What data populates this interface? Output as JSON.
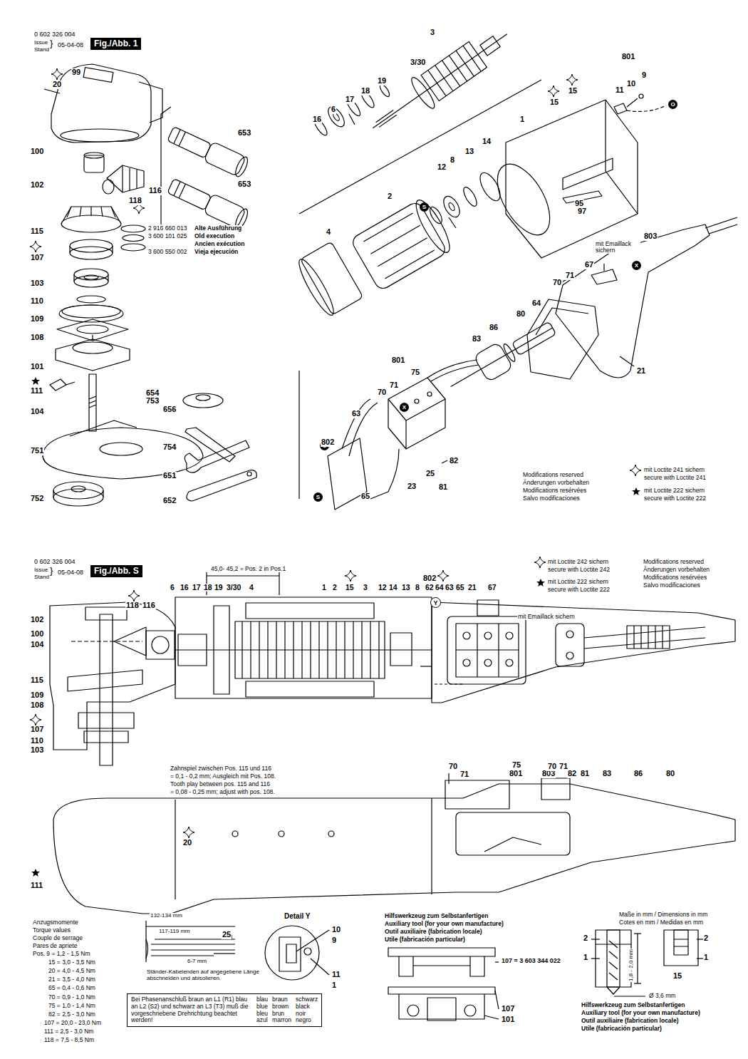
{
  "diagram": {
    "nodes": [
      {
        "text": [
          "Fig./Abb. 1"
        ]
      },
      {
        "text": [
          "O"
        ]
      },
      {
        "text": [
          "S"
        ]
      },
      {
        "text": [
          "X"
        ]
      },
      {
        "text": [
          "X"
        ]
      },
      {
        "text": [
          "O"
        ]
      },
      {
        "text": [
          "S"
        ]
      },
      {
        "text": [
          "Fig./Abb. S"
        ]
      },
      {
        "text": [
          "Y"
        ]
      },
      {
        "text": [
          "Bei Phasenanschluß braun an L1 (R1) blau an L2 (S2) und schwarz an L3 (T3) muß die vorgeschriebene Drehrichtung beachtet werden!",
          "blau",
          "braun",
          "schwarz",
          "blue",
          "brown",
          "black",
          "bleu",
          "brun",
          "noir",
          "azul",
          "marron",
          "negro"
        ]
      }
    ],
    "labels": [
      "0 602 326 004",
      "Issue",
      "Stand",
      "}",
      "05-04-08",
      "3",
      "3/30",
      "19",
      "18",
      "17",
      "6",
      "16",
      "801",
      "9",
      "10",
      "11",
      "15",
      "15",
      "1",
      "14",
      "13",
      "8",
      "12",
      "2",
      "4",
      "99",
      "20",
      "100",
      "102",
      "116",
      "118",
      "653",
      "653",
      "115",
      "107",
      "103",
      "110",
      "109",
      "108",
      "101",
      "111",
      "104",
      "654",
      "753",
      "751",
      "752",
      "656",
      "754",
      "651",
      "652",
      "2 916 660 013",
      "Alte Ausführung",
      "3 600 101 025",
      "Old execution",
      "Ancien exécution",
      "3 600 550 002",
      "Vieja ejecución",
      "95",
      "97",
      "803",
      "mit Emaillack sichern",
      "67",
      "71",
      "70",
      "64",
      "80",
      "86",
      "83",
      "21",
      "801",
      "75",
      "71",
      "70",
      "63",
      "802",
      "82",
      "25",
      "81",
      "23",
      "65",
      "Modifications reserved",
      "Änderungen vorbehalten",
      "Modifications resérvées",
      "Salvo modificaciones",
      "mit Loctite 241 sichern",
      "secure with Loctite 241",
      "mit Loctite 222 sichern",
      "secure with Loctite 222",
      "0 602 326 004",
      "Issue",
      "Stand",
      "}",
      "05-04-08",
      "45,0- 45,2 = Pos. 2 in Pos.1",
      "6",
      "16",
      "17",
      "18",
      "19",
      "3/30",
      "4",
      "1",
      "2",
      "15",
      "3",
      "12",
      "14",
      "13",
      "8",
      "62",
      "64",
      "63",
      "65",
      "21",
      "67",
      "802",
      "118",
      "116",
      "102",
      "100",
      "104",
      "115",
      "109",
      "108",
      "107",
      "110",
      "103",
      "mit Emaillack sichern",
      "mit Loctite 242 sichern",
      "secure with Loctite 242",
      "mit Loctite 222 sichern",
      "secure with Loctite 222",
      "Modifications reserved",
      "Änderungen vorbehalten",
      "Modifications resérvées",
      "Salvo modificaciones",
      "75",
      "801",
      "803",
      "82",
      "81",
      "83",
      "86",
      "80",
      "Zahnspiel zwischen Pos. 115 und 116",
      "= 0,1 - 0,2 mm; Ausgleich mit Pos. 108.",
      "Tooth play between pos. 115 and 116",
      "= 0,08 - 0,25 mm; adjust with pos. 108.",
      "70",
      "71",
      "70",
      "71",
      "20",
      "111",
      "Anzugsmomente",
      "Torque values",
      "Couple de serrage",
      "Pares de apriete",
      "Pos. 9 = 1,2 - 1,5 Nm",
      "15 = 3,0 - 3,5 Nm",
      "20 = 4,0 - 4,5 Nm",
      "21 = 3,5 - 4,0 Nm",
      "65 = 0,4 - 0,6 Nm",
      "70 = 0,9 - 1,0 Nm",
      "75 = 1,0 - 1,4 Nm",
      "82 = 2,5 - 3,0 Nm",
      "107 = 20,0 - 23,0 Nm",
      "111 = 2,5 - 3,0 Nm",
      "118 = 7,5 - 8,5 Nm",
      "132-134 mm",
      "117-119 mm",
      "25",
      "6-7 mm",
      "Ständer-Kabelenden auf angegebene Länge abschneiden und abisolieren.",
      "Detail Y",
      "10",
      "9",
      "11",
      "1",
      "Hilfswerkzeug zum Selbstanfertigen",
      "Auxiliary tool (for your own manufacture)",
      "Outil auxiliaire (fabrication locale)",
      "Utile (fabricación particular)",
      "107 = 3 603 344 022",
      "107",
      "101",
      "Maße in mm / Dimensions in mm",
      "Cotes en mm / Medidas en mm",
      "2",
      "1",
      "2",
      "1",
      "15",
      "1,8 - 2,0 mm",
      "Ø 3,6 mm",
      "Hilfswerkzeug zum Selbstanfertigen",
      "Auxiliary tool (for your own manufacture)",
      "Outil auxiliaire (fabrication locale)",
      "Utile (fabricación particular)"
    ]
  }
}
